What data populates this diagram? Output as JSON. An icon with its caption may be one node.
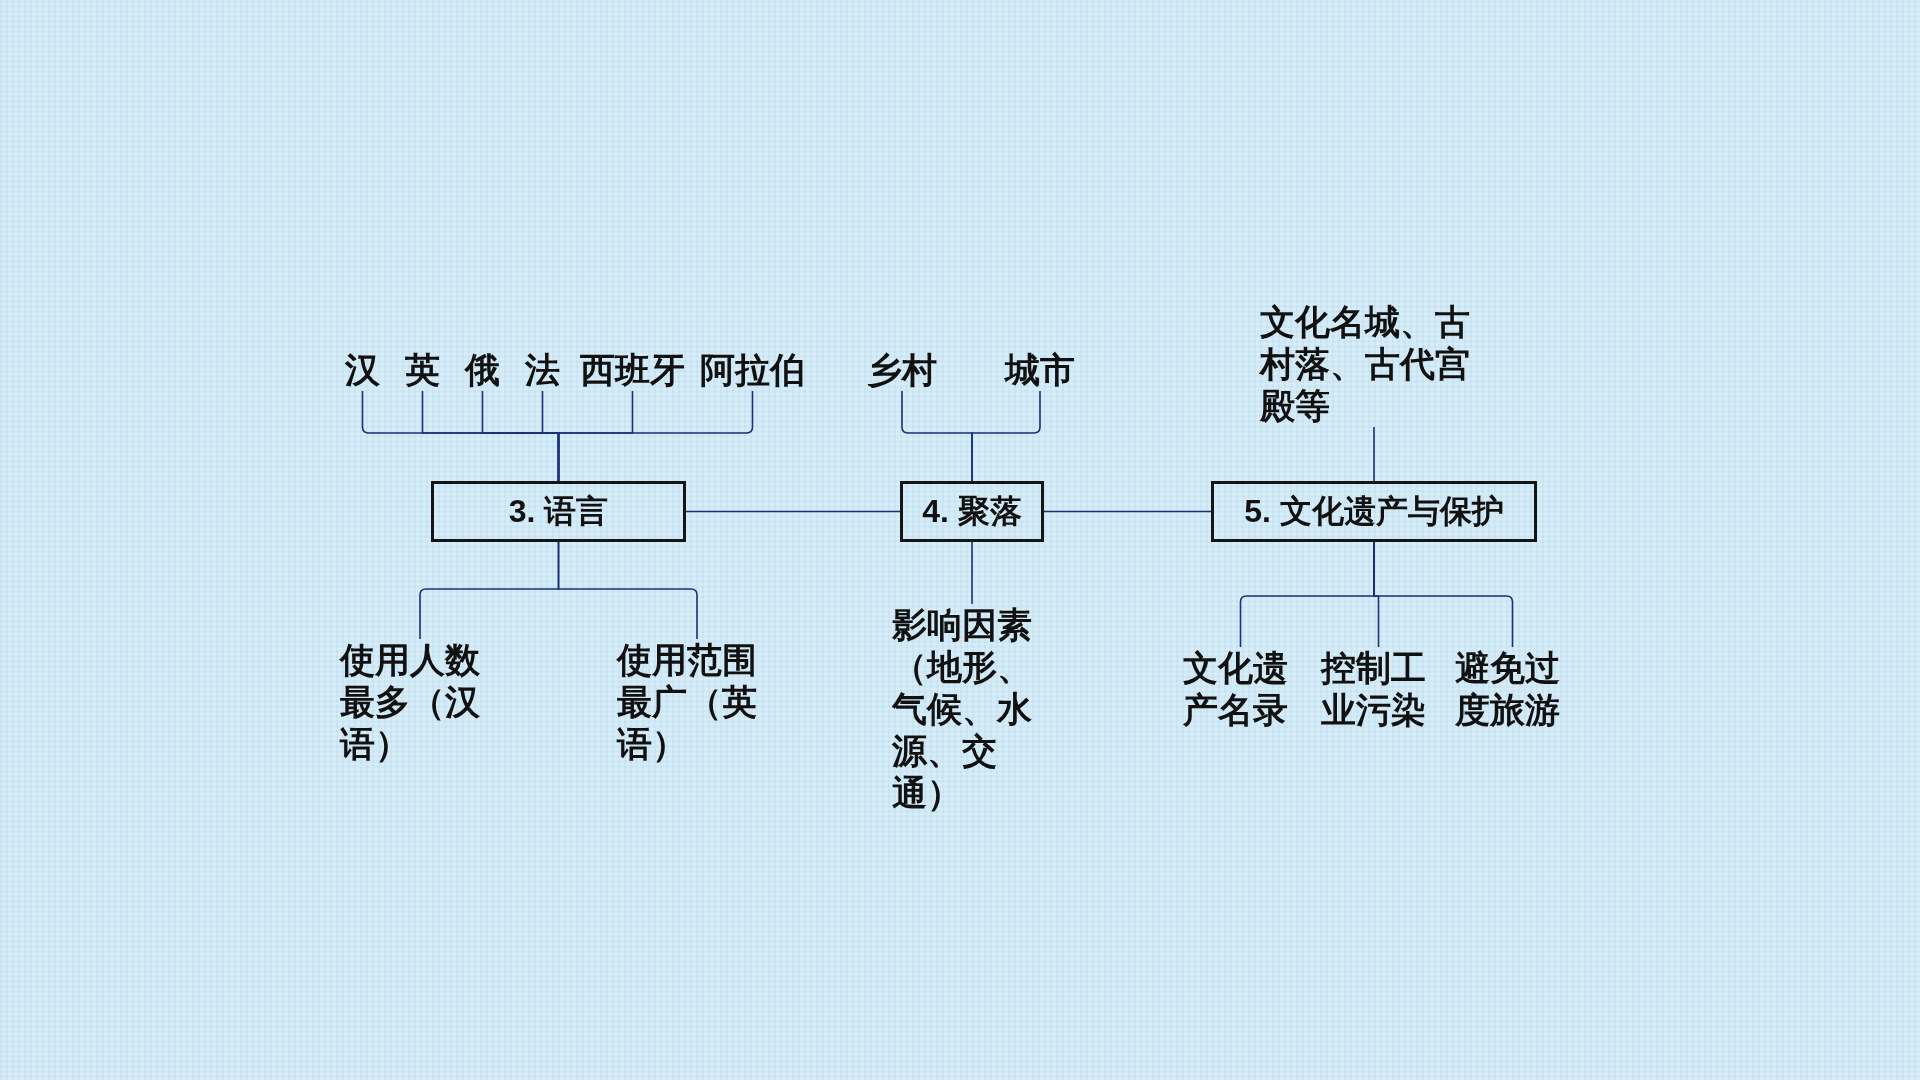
{
  "diagram": {
    "nodes": [
      {
        "text": [
          "汉"
        ]
      },
      {
        "text": [
          "英"
        ]
      },
      {
        "text": [
          "俄"
        ]
      },
      {
        "text": [
          "法"
        ]
      },
      {
        "text": [
          "西班牙"
        ]
      },
      {
        "text": [
          "阿拉伯"
        ]
      },
      {
        "text": [
          "乡村"
        ]
      },
      {
        "text": [
          "城市"
        ]
      },
      {
        "text": [
          "文化名城、古村落、古代宫殿等"
        ]
      },
      {
        "text": [
          "3. 语言"
        ]
      },
      {
        "text": [
          "4. 聚落"
        ]
      },
      {
        "text": [
          "5. 文化遗产与保护"
        ]
      },
      {
        "text": [
          "使用人数最多（汉语）"
        ]
      },
      {
        "text": [
          "使用范围最广（英语）"
        ]
      },
      {
        "text": [
          "影响因素（地形、气候、水源、交通）"
        ]
      },
      {
        "text": [
          "文化遗产名录"
        ]
      },
      {
        "text": [
          "控制工业污染"
        ]
      },
      {
        "text": [
          "避免过度旅游"
        ]
      }
    ],
    "edges": [
      {
        "from": 9,
        "to": 0,
        "arrow": "none"
      },
      {
        "from": 9,
        "to": 1,
        "arrow": "none"
      },
      {
        "from": 9,
        "to": 2,
        "arrow": "none"
      },
      {
        "from": 9,
        "to": 3,
        "arrow": "none"
      },
      {
        "from": 9,
        "to": 4,
        "arrow": "none"
      },
      {
        "from": 9,
        "to": 5,
        "arrow": "none"
      },
      {
        "from": 9,
        "to": 12,
        "arrow": "none"
      },
      {
        "from": 9,
        "to": 13,
        "arrow": "none"
      },
      {
        "from": 9,
        "to": 10,
        "arrow": "none"
      },
      {
        "from": 10,
        "to": 6,
        "arrow": "none"
      },
      {
        "from": 10,
        "to": 7,
        "arrow": "none"
      },
      {
        "from": 10,
        "to": 14,
        "arrow": "none"
      },
      {
        "from": 10,
        "to": 11,
        "arrow": "none"
      },
      {
        "from": 11,
        "to": 8,
        "arrow": "none"
      },
      {
        "from": 11,
        "to": 15,
        "arrow": "none"
      },
      {
        "from": 11,
        "to": 16,
        "arrow": "none"
      },
      {
        "from": 11,
        "to": 17,
        "arrow": "none"
      }
    ]
  }
}
